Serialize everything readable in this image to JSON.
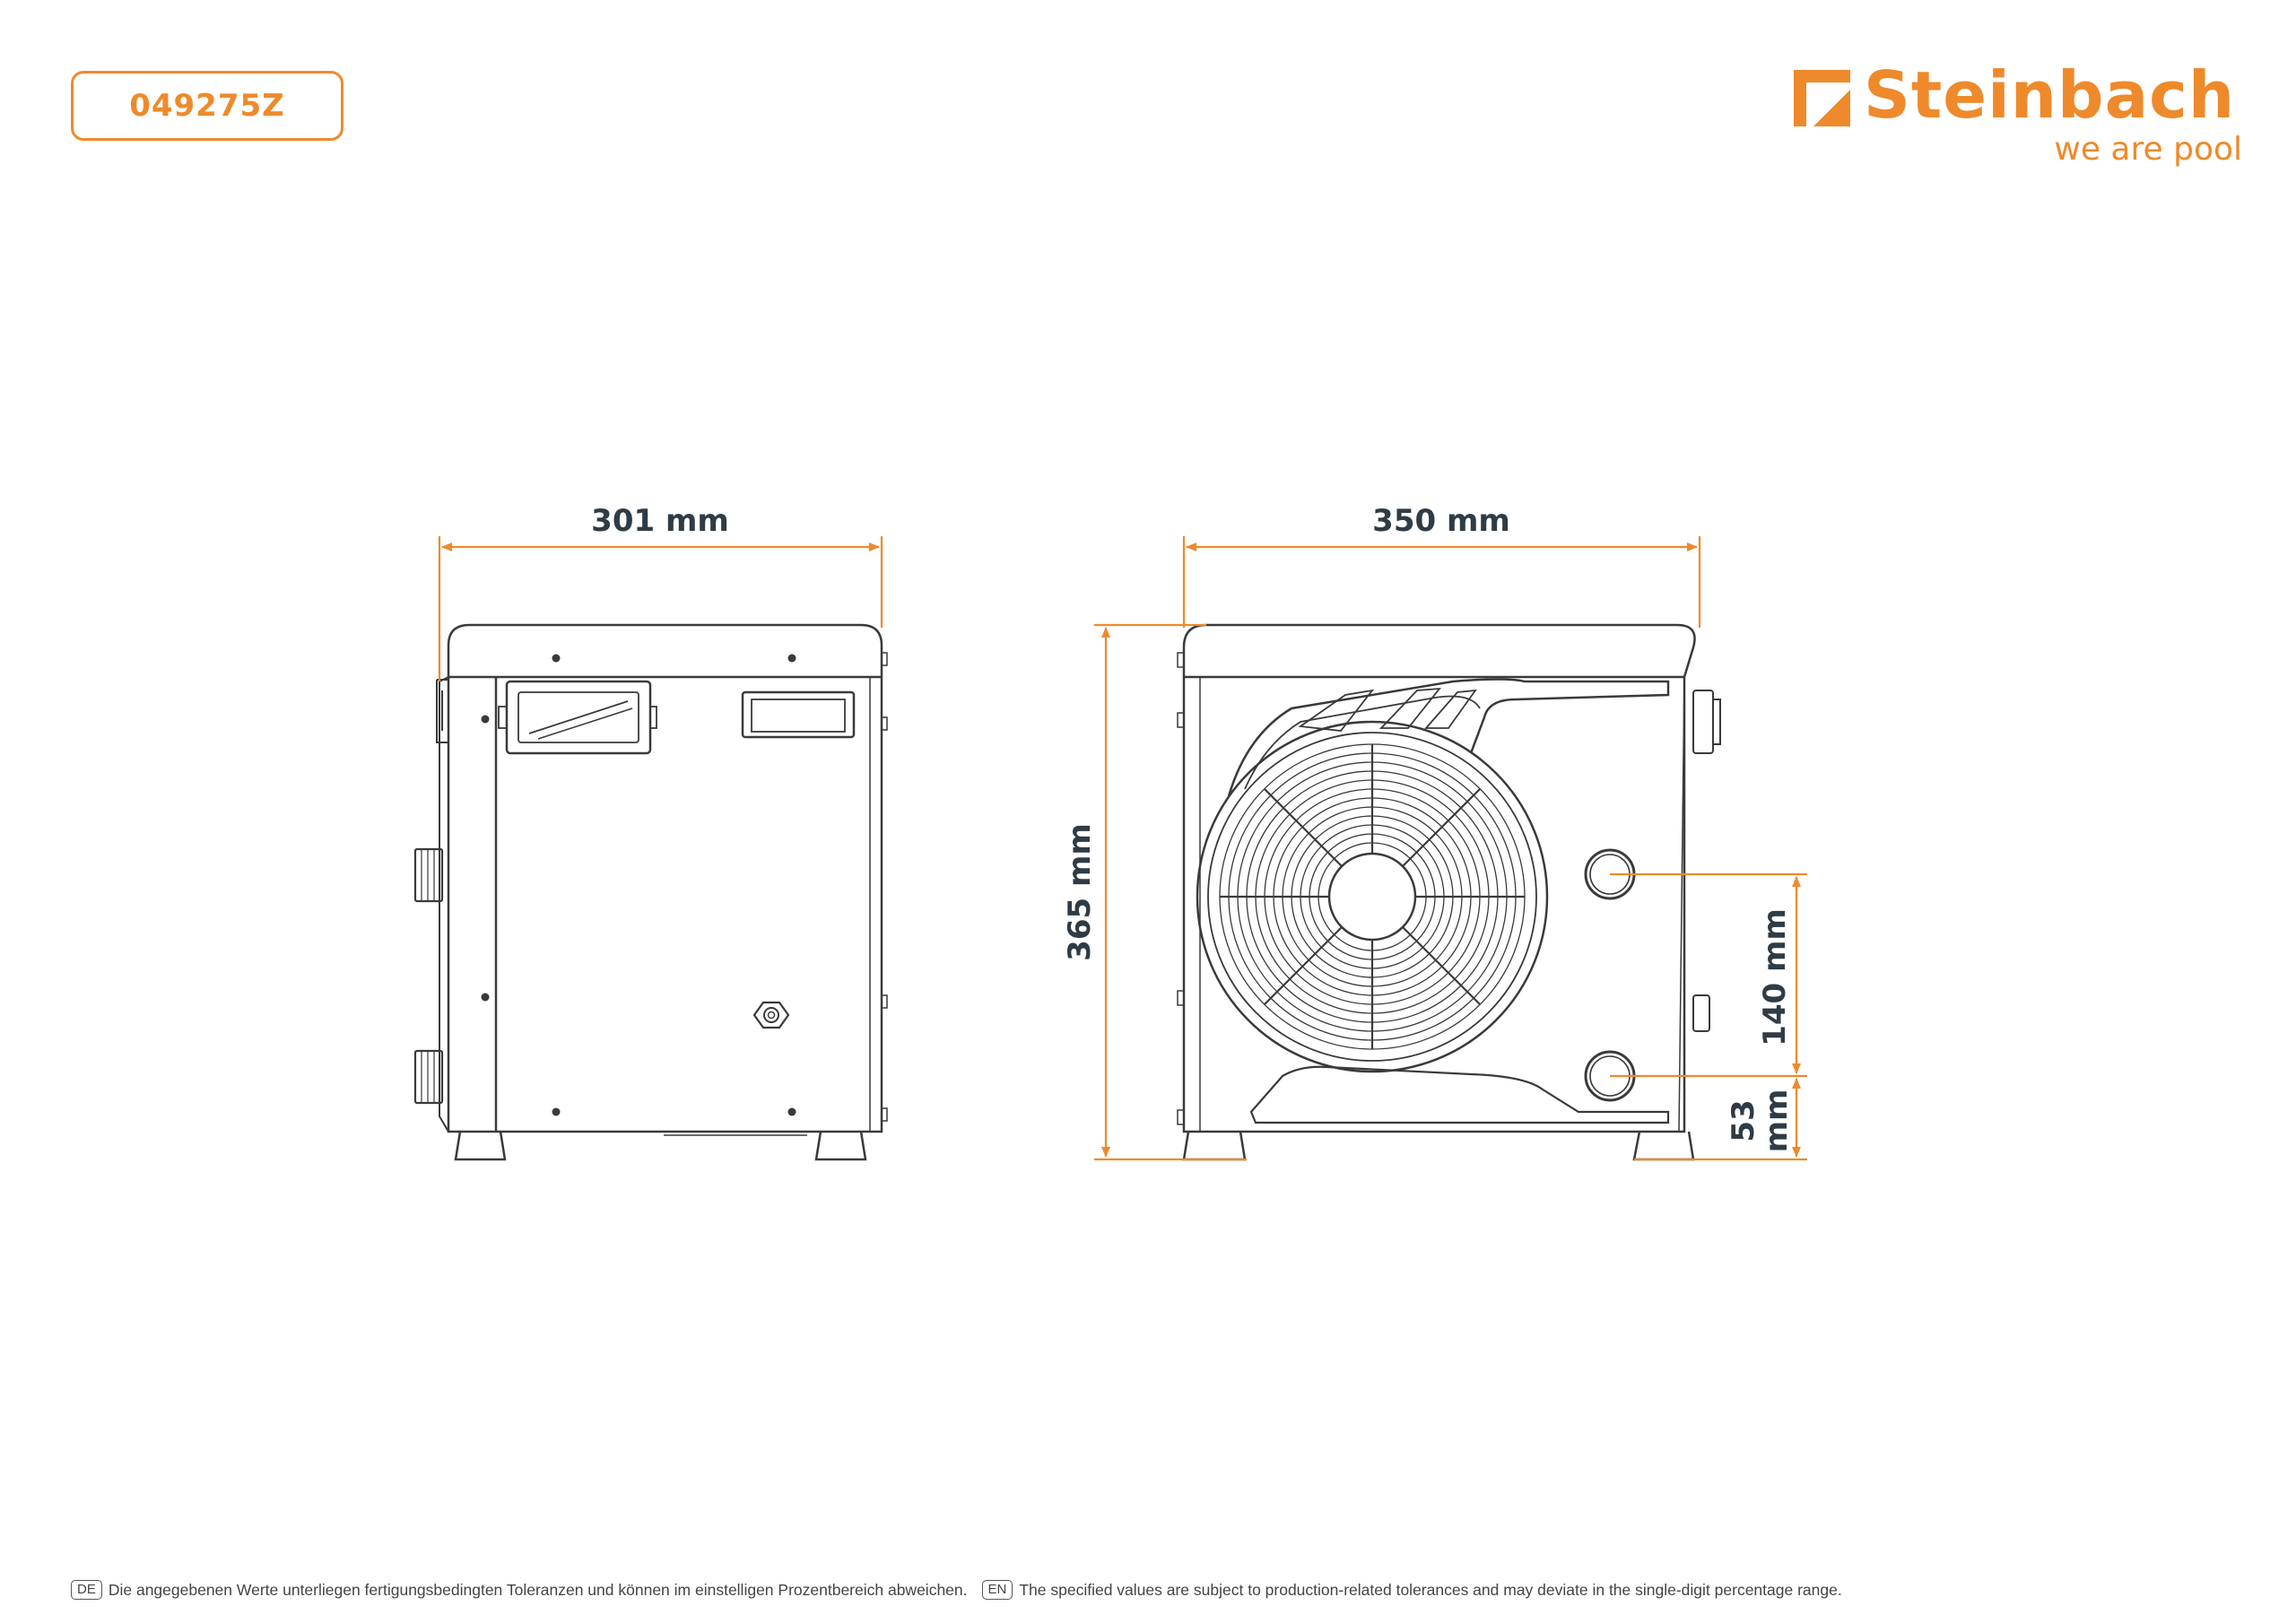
{
  "header": {
    "article_number": "049275Z"
  },
  "logo": {
    "name": "Steinbach",
    "tagline": "we are pool"
  },
  "dimensions": {
    "side_width": "301 mm",
    "front_width": "350 mm",
    "height": "365 mm",
    "connection_spacing": "140 mm",
    "connection_height_line1": "53",
    "connection_height_line2": "mm"
  },
  "footer": {
    "de_tag": "DE",
    "de_text": "Die angegebenen Werte unterliegen fertigungsbedingten Toleranzen und können im einstelligen Prozentbereich abweichen.",
    "en_tag": "EN",
    "en_text": "The specified values are subject to production-related tolerances and may deviate in the single-digit percentage range."
  },
  "colors": {
    "accent": "#ee8a2b",
    "line": "#3a3a3a",
    "dimension_text": "#2f3b45"
  }
}
